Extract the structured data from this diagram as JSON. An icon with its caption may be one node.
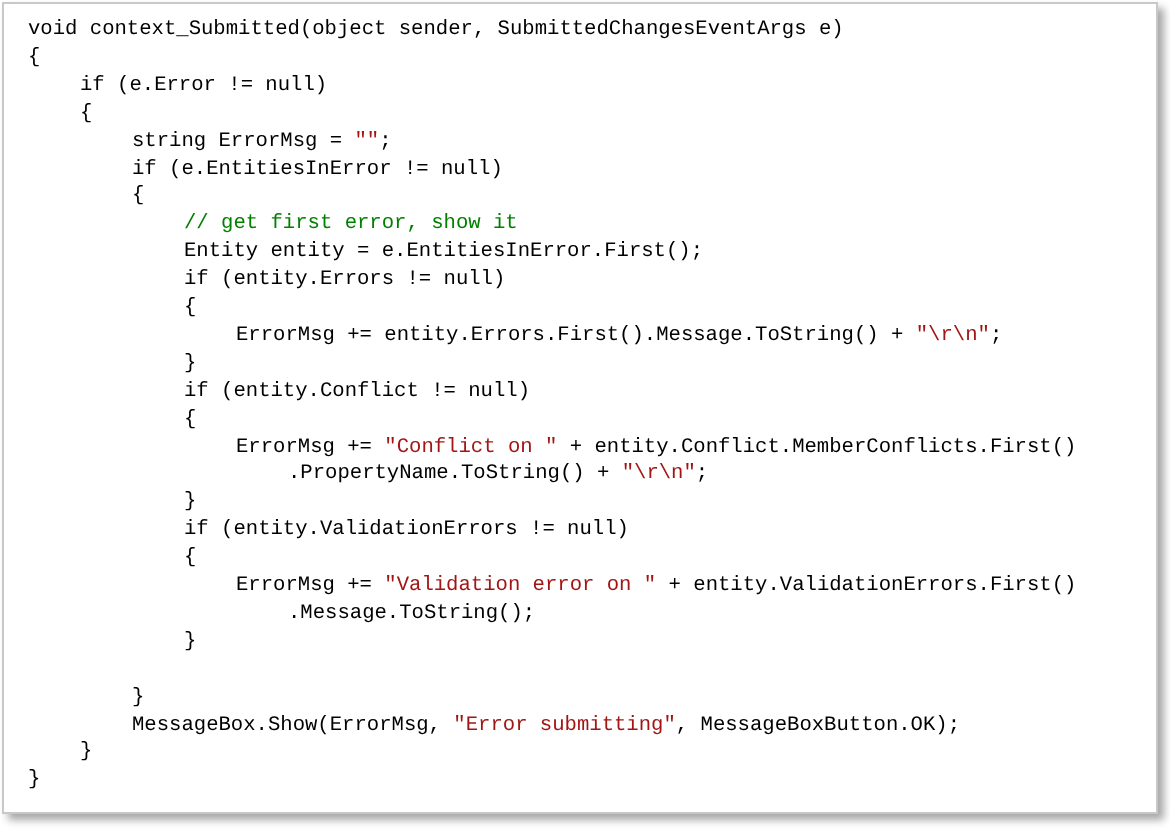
{
  "diagram": {
    "labels": [
      "void context_Submitted(object sender, SubmittedChangesEventArgs e)",
      "{",
      "if (e.Error != null)",
      "{",
      "string ErrorMsg = \"\";",
      "if (e.EntitiesInError != null)",
      "{",
      "// get first error, show it",
      "Entity entity = e.EntitiesInError.First();",
      "if (entity.Errors != null)",
      "{",
      "ErrorMsg += entity.Errors.First().Message.ToString() + \"\\r\\n\";",
      "}",
      "if (entity.Conflict != null)",
      "{",
      "ErrorMsg += \"Conflict on \" + entity.Conflict.MemberConflicts.First()",
      ".PropertyName.ToString() + \"\\r\\n\";",
      "}",
      "if (entity.ValidationErrors != null)",
      "{",
      "ErrorMsg += \"Validation error on \" + entity.ValidationErrors.First()",
      ".Message.ToString();",
      "}",
      "}",
      "MessageBox.Show(ErrorMsg, \"Error submitting\", MessageBoxButton.OK);",
      "}",
      "}"
    ]
  }
}
